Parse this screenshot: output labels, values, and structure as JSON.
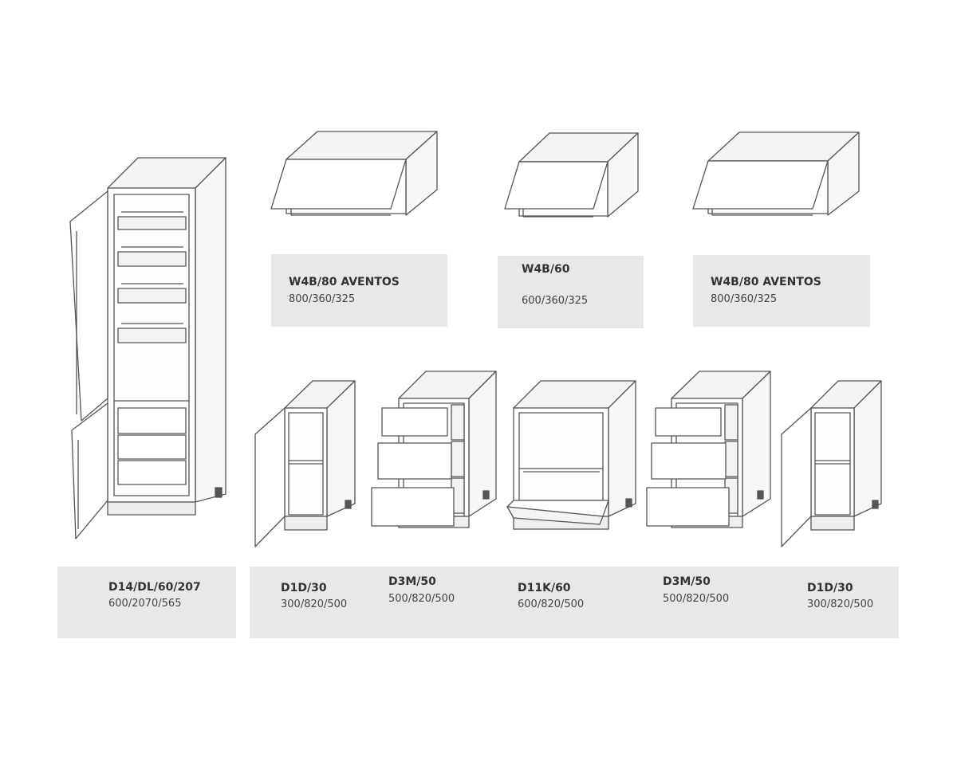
{
  "wall_units": [
    {
      "code": "W4B/80 AVENTOS",
      "dims": "800/360/325"
    },
    {
      "code": "W4B/60",
      "dims": "600/360/325"
    },
    {
      "code": "W4B/80 AVENTOS",
      "dims": "800/360/325"
    }
  ],
  "tall_unit": {
    "code": "D14/DL/60/207",
    "dims": "600/2070/565"
  },
  "base_units": [
    {
      "code": "D1D/30",
      "dims": "300/820/500"
    },
    {
      "code": "D3M/50",
      "dims": "500/820/500"
    },
    {
      "code": "D11K/60",
      "dims": "600/820/500"
    },
    {
      "code": "D3M/50",
      "dims": "500/820/500"
    },
    {
      "code": "D1D/30",
      "dims": "300/820/500"
    }
  ],
  "colors": {
    "line": "#555555",
    "panel": "#e8e8e8",
    "face": "#ffffff",
    "side": "#f4f4f4"
  }
}
